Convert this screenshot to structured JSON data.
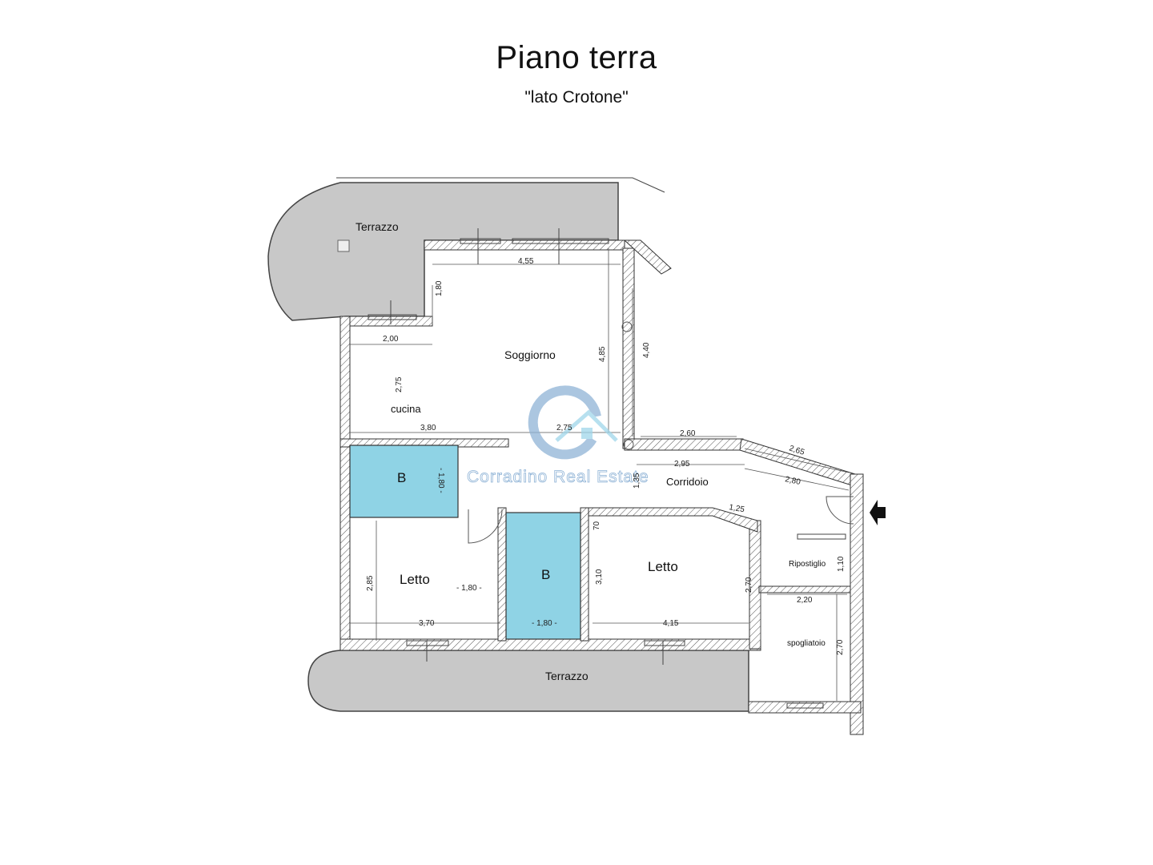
{
  "title": "Piano terra",
  "subtitle": "\"lato Crotone\"",
  "watermark": "Corradino Real Estate",
  "colors": {
    "terrace": "#c8c8c8",
    "bathroom": "#8fd3e5",
    "wall": "#ffffff",
    "watermark": "#8fb3d6"
  },
  "rooms": {
    "terrace_top": "Terrazzo",
    "terrace_bottom": "Terrazzo",
    "living": "Soggiorno",
    "kitchen": "cucina",
    "bath1": "B",
    "bath2": "B",
    "bedroom1": "Letto",
    "bedroom2": "Letto",
    "corridor": "Corridoio",
    "storage": "Ripostiglio",
    "dressing": "spogliatoio"
  },
  "dimensions": {
    "living_width": "4,55",
    "kitchen_depth": "1,80",
    "living_depth": "4,85",
    "right_wall": "4,40",
    "kitchen_width": "2,00",
    "kitchen_height": "2,75",
    "kitchen_bottom": "3,80",
    "living_bottom": "2,75",
    "corridor_top": "2,60",
    "corridor_diag1": "2,65",
    "corridor_len": "2,95",
    "corridor_diag2": "2,80",
    "corridor_depth": "1,35",
    "bath1_width": "- 1,80 -",
    "corridor_small": "1,25",
    "bed2_70": "70",
    "bed1_height": "2,85",
    "bed1_inner": "- 1,80 -",
    "bath2_height": "3,10",
    "bed2_height": "2,70",
    "storage_height": "1,10",
    "storage_width": "2,20",
    "dressing_height": "2,70",
    "bed1_width": "3,70",
    "bath2_width": "- 1,80 -",
    "bed2_width": "4,15"
  },
  "entrance_arrow": "entrance-arrow-icon"
}
